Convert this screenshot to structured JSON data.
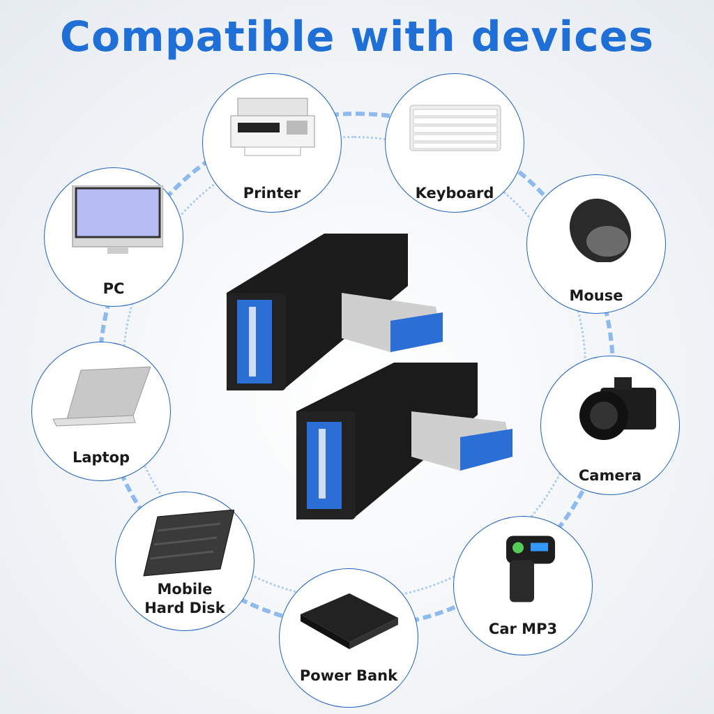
{
  "title": "Compatible with devices",
  "devices": [
    {
      "label": "Printer",
      "icon": "printer-icon"
    },
    {
      "label": "Keyboard",
      "icon": "keyboard-icon"
    },
    {
      "label": "PC",
      "icon": "pc-monitor-icon"
    },
    {
      "label": "Mouse",
      "icon": "mouse-icon"
    },
    {
      "label": "Laptop",
      "icon": "laptop-icon"
    },
    {
      "label": "Camera",
      "icon": "camera-icon"
    },
    {
      "label": "Mobile\nHard Disk",
      "icon": "hard-disk-icon"
    },
    {
      "label": "Car MP3",
      "icon": "car-mp3-icon"
    },
    {
      "label": "Power Bank",
      "icon": "power-bank-icon"
    }
  ],
  "colors": {
    "accent": "#1f6fd6",
    "usb_blue": "#2b6fd6",
    "adapter_body": "#1b1b1b"
  }
}
